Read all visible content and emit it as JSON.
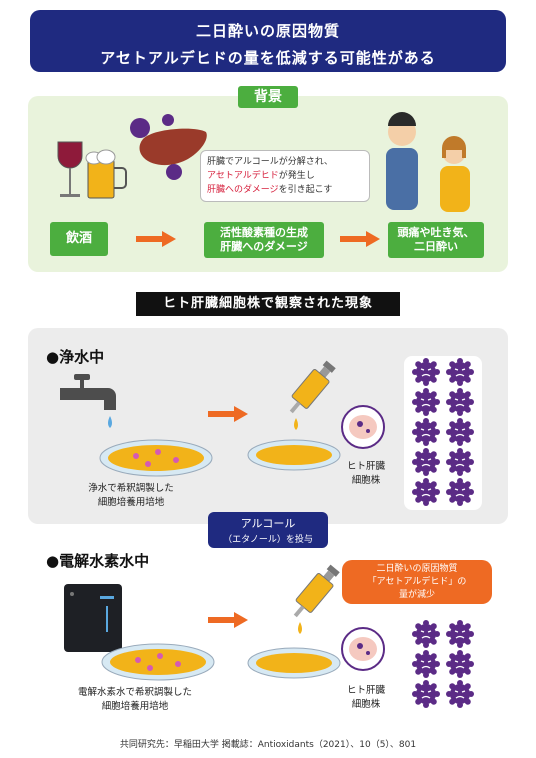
{
  "title": {
    "line1": "二日酔いの原因物質",
    "line2": "アセトアルデヒドの量を低減する可能性がある"
  },
  "background": {
    "label": "背景",
    "speech_line1": "肝臓でアルコールが分解され、",
    "speech_red1": "アセトアルデヒド",
    "speech_tail": "が発生し",
    "speech_red2": "肝臓へのダメージ",
    "speech_tail2": "を引き起こす",
    "step1": "飲酒",
    "step2_line1": "活性酸素種の生成",
    "step2_line2": "肝臓へのダメージ",
    "step3_line1": "頭痛や吐き気、",
    "step3_line2": "二日酔い"
  },
  "observation_title": "ヒト肝臓細胞株で観察された現象",
  "purified": {
    "heading": "●浄水中",
    "dish_caption_line1": "浄水で希釈調製した",
    "dish_caption_line2": "細胞培養用培地",
    "cell_caption_line1": "ヒト肝臓",
    "cell_caption_line2": "細胞株",
    "virus_count": 10
  },
  "alcohol": {
    "line1": "アルコール",
    "line2": "（エタノール）を投与"
  },
  "electrolyzed": {
    "heading": "●電解水素水中",
    "result_line1": "二日酔いの原因物質",
    "result_line2": "「アセトアルデヒド」の",
    "result_line3": "量が減少",
    "dish_caption_line1": "電解水素水で希釈調製した",
    "dish_caption_line2": "細胞培養用培地",
    "cell_caption_line1": "ヒト肝臓",
    "cell_caption_line2": "細胞株",
    "virus_count": 6
  },
  "footer": "共同研究先：早稲田大学 掲載誌：Antioxidants（2021）、10（5）、801",
  "colors": {
    "navy": "#1f2a80",
    "green": "#4cae3f",
    "orange": "#ee6a23",
    "virus": "#5b2b86",
    "alert_red": "#d61f3c"
  }
}
